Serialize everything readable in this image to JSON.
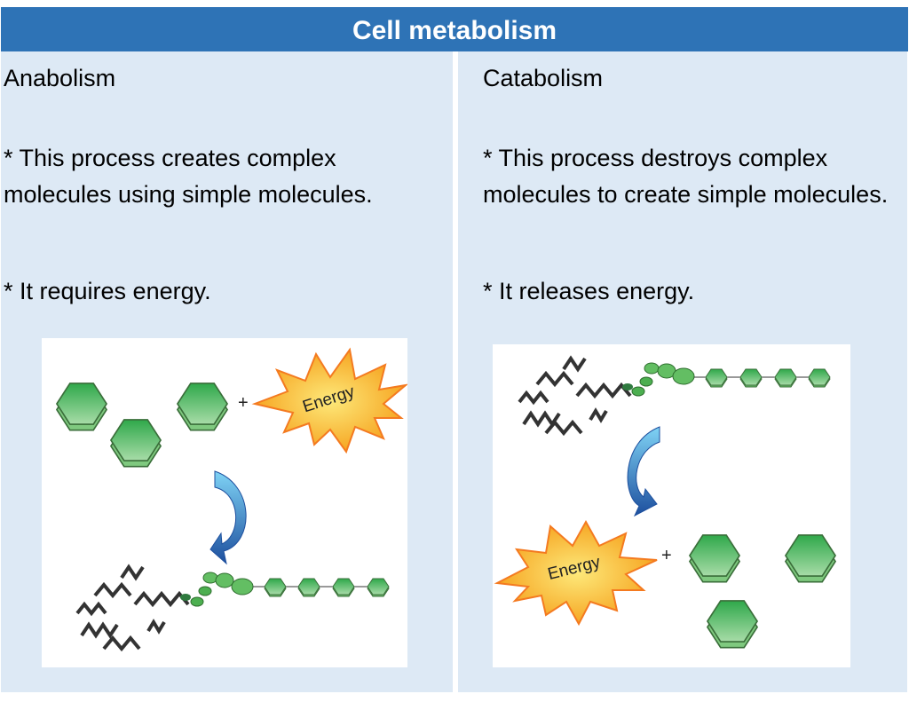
{
  "title": "Cell metabolism",
  "columns": [
    {
      "heading": "Anabolism",
      "bullets": [
        "* This process creates complex molecules using simple molecules.",
        "* It requires energy."
      ],
      "figure": {
        "energy_label": "Energy",
        "plus": "+"
      }
    },
    {
      "heading": "Catabolism",
      "bullets": [
        "* This process destroys complex molecules to create simple molecules.",
        "* It releases energy."
      ],
      "figure": {
        "energy_label": "Energy",
        "plus": "+"
      }
    }
  ],
  "colors": {
    "header": "#2e73b6",
    "panel": "#dde9f5",
    "hexagon": "#4caf50",
    "arrow": "#2a6fc0",
    "burst": "#f7b733"
  }
}
